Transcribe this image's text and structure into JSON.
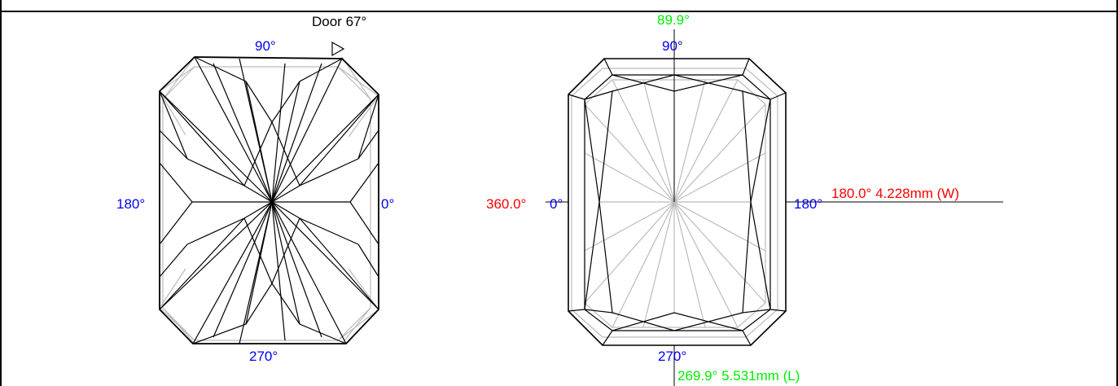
{
  "colors": {
    "outline": "#000000",
    "pavilion_lines": "#bbbbbb",
    "angle_labels": "#0000ee",
    "width_measure": "#ff0000",
    "length_measure": "#00ee00"
  },
  "icons": {
    "door_marker": "triangle-pointer-icon"
  },
  "left_view": {
    "door_label": "Door 67°",
    "angles": {
      "top": "90°",
      "left": "180°",
      "right": "0°",
      "bottom": "270°"
    }
  },
  "right_view": {
    "angles": {
      "top": "90°",
      "left": "0°",
      "right": "180°",
      "bottom": "270°"
    },
    "top_measure": "89.9°",
    "left_measure": "360.0°",
    "width_measure": "180.0° 4.228mm (W)",
    "length_measure": "269.9° 5.531mm (L)"
  }
}
